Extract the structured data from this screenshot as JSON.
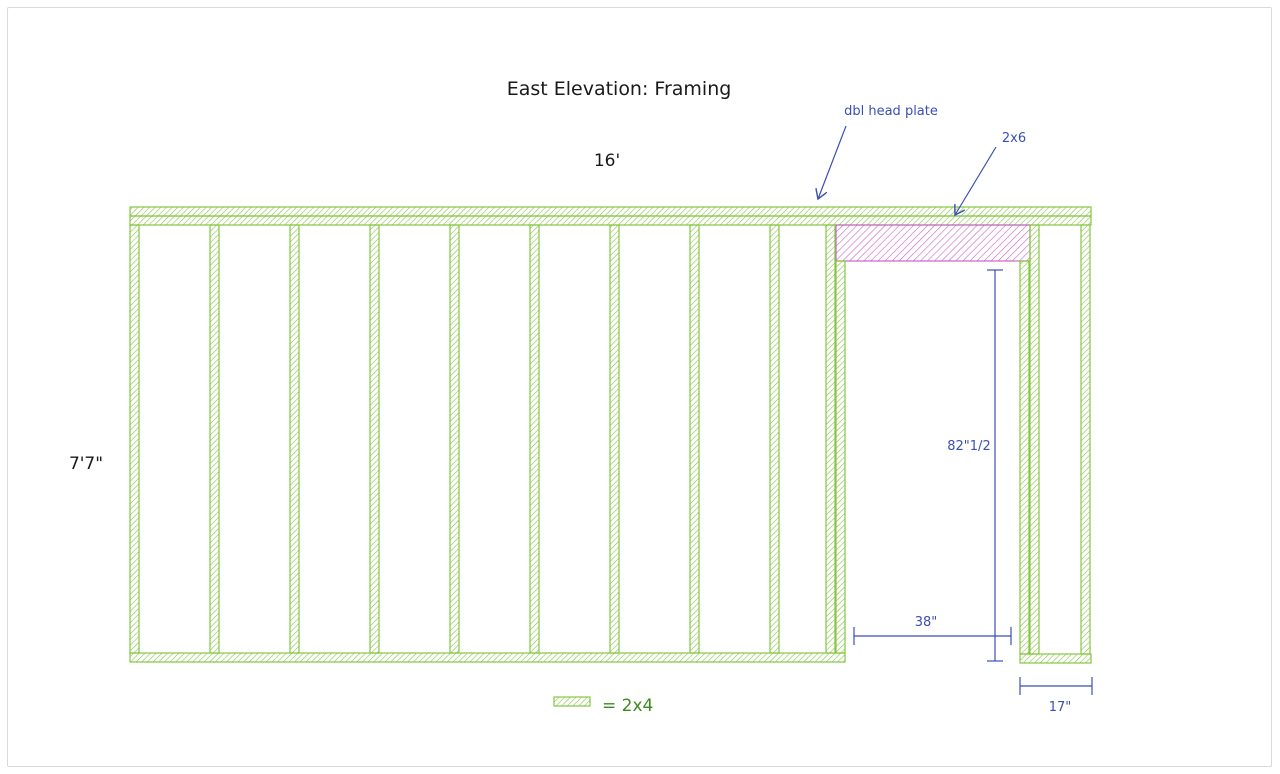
{
  "title": "East Elevation: Framing",
  "dimensions": {
    "width": "16'",
    "height": "7'7\"",
    "door_height": "82\"1/2",
    "door_width": "38\"",
    "side_bay": "17\""
  },
  "annotations": {
    "head_plate": "dbl head plate",
    "header": "2x6"
  },
  "legend": {
    "label": "= 2x4"
  },
  "colors": {
    "lumber_2x4": "#86c543",
    "lumber_2x6": "#c864c8",
    "annotation": "#3a4fb5",
    "text": "#1a1a1a",
    "legend_text": "#3d8a1e"
  }
}
